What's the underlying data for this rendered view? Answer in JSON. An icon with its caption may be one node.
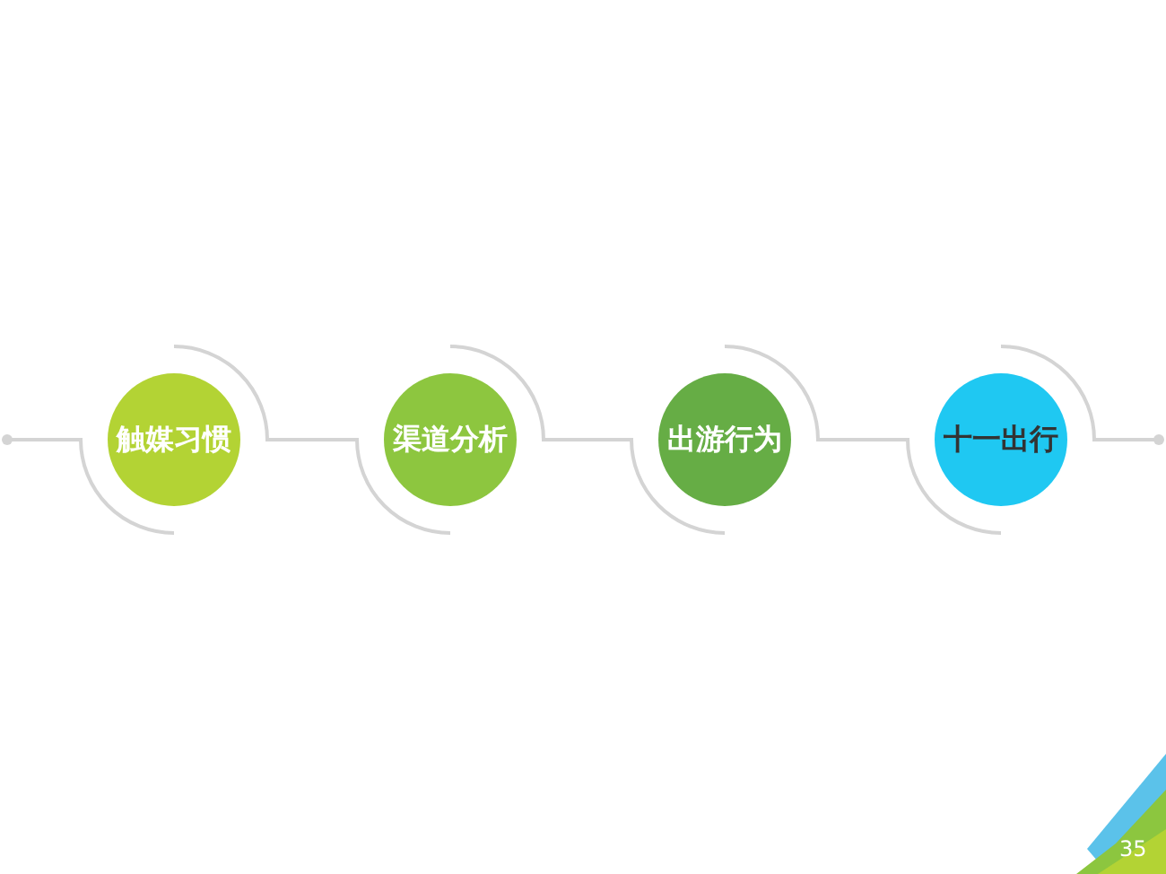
{
  "diagram": {
    "nodes": [
      {
        "text": [
          "触媒习惯"
        ]
      },
      {
        "text": [
          "渠道分析"
        ]
      },
      {
        "text": [
          "出游行为"
        ]
      },
      {
        "text": [
          "十一出行"
        ]
      }
    ],
    "edges": [
      {
        "from": null,
        "to": 0,
        "arrow": "other"
      },
      {
        "from": 0,
        "to": 1,
        "arrow": "none"
      },
      {
        "from": 1,
        "to": 2,
        "arrow": "none"
      },
      {
        "from": 2,
        "to": 3,
        "arrow": "none"
      },
      {
        "from": 3,
        "to": null,
        "arrow": "other"
      }
    ],
    "labels": [
      "35"
    ]
  }
}
